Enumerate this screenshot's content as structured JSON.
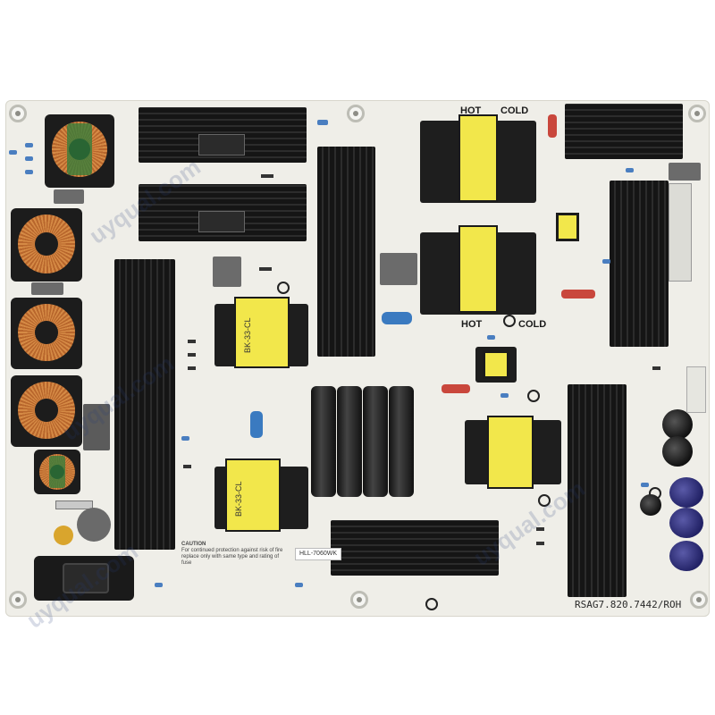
{
  "photo": {
    "subject": "TV power supply circuit board",
    "board_color": "#efeee8",
    "heatsink_color": "#151515",
    "transformer_color": "#f2e74b",
    "copper_color": "#c7773a"
  },
  "silkscreen": {
    "hot_top": "HOT",
    "cold_top": "COLD",
    "hot_mid": "HOT",
    "cold_mid": "COLD",
    "part_number": "RSAG7.820.7442/ROH",
    "sticker": "HLL-7060WK",
    "caution_title": "CAUTION",
    "caution_text": "For continued protection against risk of fire replace only with same type and rating of fuse"
  },
  "transformer_labels": {
    "t1": "BK-33-CL",
    "t2": "BK-33-CL"
  },
  "watermarks": [
    "uyqual.com",
    "uyqual.com",
    "uyqual.com",
    "uyqual.com"
  ]
}
